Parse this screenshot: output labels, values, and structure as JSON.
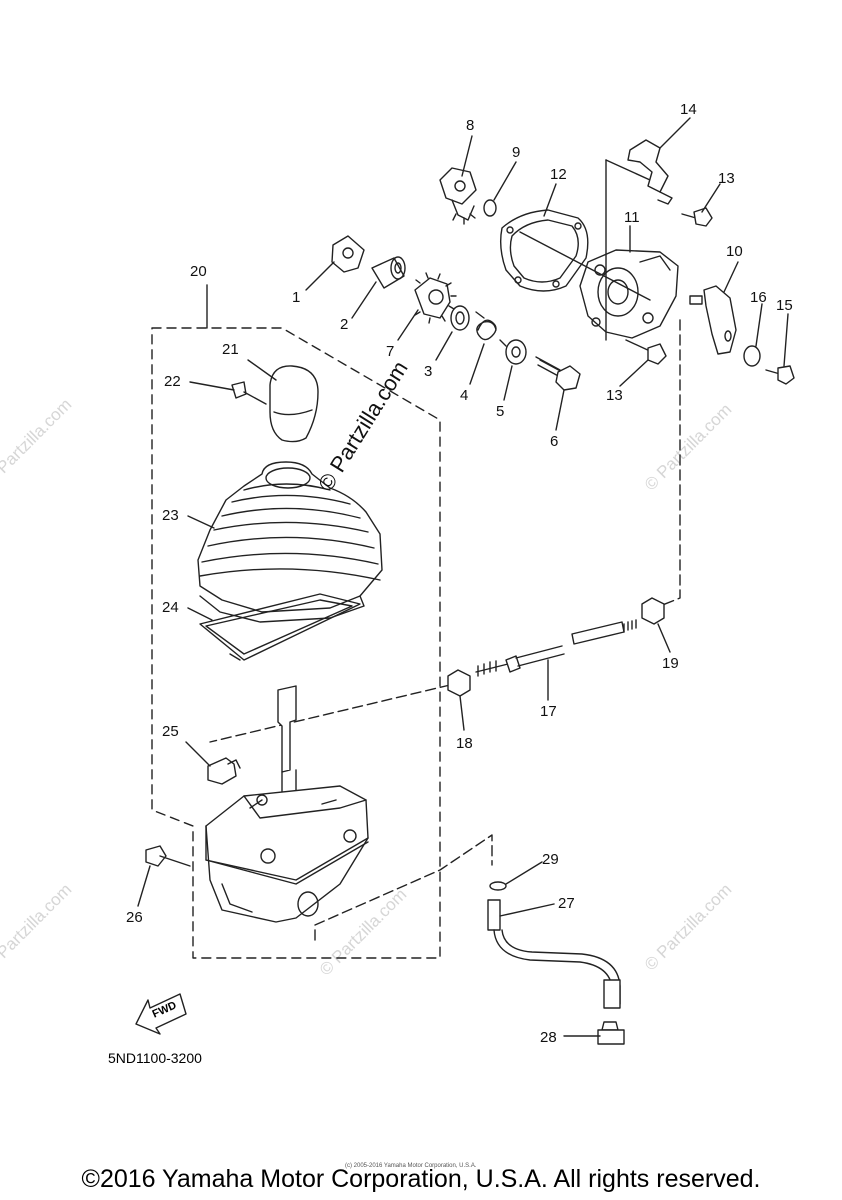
{
  "diagram": {
    "callouts": [
      "1",
      "2",
      "3",
      "4",
      "5",
      "6",
      "7",
      "8",
      "9",
      "10",
      "11",
      "12",
      "13",
      "13",
      "14",
      "15",
      "16",
      "17",
      "18",
      "19",
      "20",
      "21",
      "22",
      "23",
      "24",
      "25",
      "26",
      "27",
      "28",
      "29"
    ],
    "fwd_label": "FWD",
    "drawing_code": "5ND1100-3200",
    "watermark_center": "© Partzilla.com",
    "watermark_side": "© Partzilla.com",
    "small_note": "(c) 2005-2016 Yamaha Motor Corporation, U.S.A.",
    "copyright": "©2016 Yamaha Motor Corporation, U.S.A. All rights reserved."
  },
  "colors": {
    "line": "#222222",
    "watermark": "#d6d6d6"
  }
}
